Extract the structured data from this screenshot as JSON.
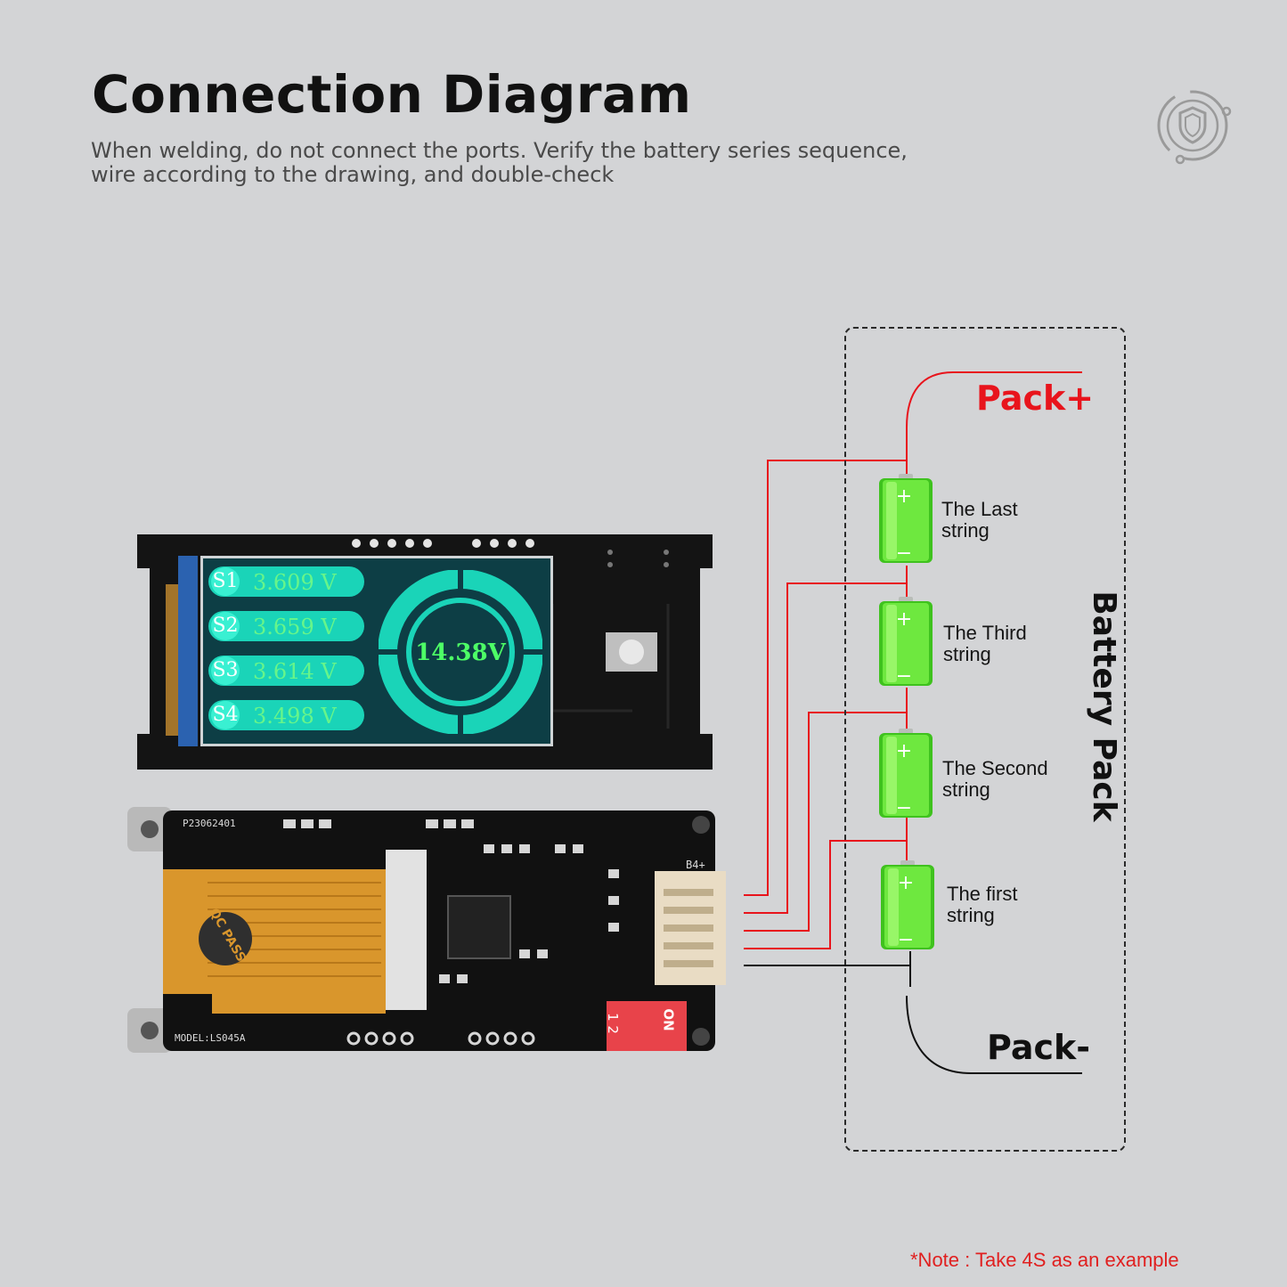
{
  "header": {
    "title": "Connection Diagram",
    "subtitle_line1": "When welding, do not connect the ports. Verify the battery series sequence,",
    "subtitle_line2": "wire according to the drawing, and double-check"
  },
  "battery_pack": {
    "label": "Battery Pack",
    "positive": "Pack+",
    "negative": "Pack-",
    "cells": [
      {
        "line1": "The Last",
        "line2": "string"
      },
      {
        "line1": "The Third",
        "line2": "string"
      },
      {
        "line1": "The Second",
        "line2": "string"
      },
      {
        "line1": "The first",
        "line2": "string"
      }
    ]
  },
  "display": {
    "cells": [
      {
        "name": "S1",
        "value": "3.609  V"
      },
      {
        "name": "S2",
        "value": "3.659  V"
      },
      {
        "name": "S3",
        "value": "3.614  V"
      },
      {
        "name": "S4",
        "value": "3.498  V"
      }
    ],
    "total": "14.38V"
  },
  "board": {
    "serial": "P23062401",
    "model": "MODEL:LS045A",
    "connector_label": "B4+",
    "switch_label": "ON",
    "switch_numbers": "1 2",
    "qc_label": "QC PASS"
  },
  "note": "*Note : Take 4S as an example",
  "colors": {
    "positive_wire": "#e8141c",
    "negative_wire": "#111111",
    "battery_green": "#4fd62a",
    "background": "#d3d4d6"
  }
}
